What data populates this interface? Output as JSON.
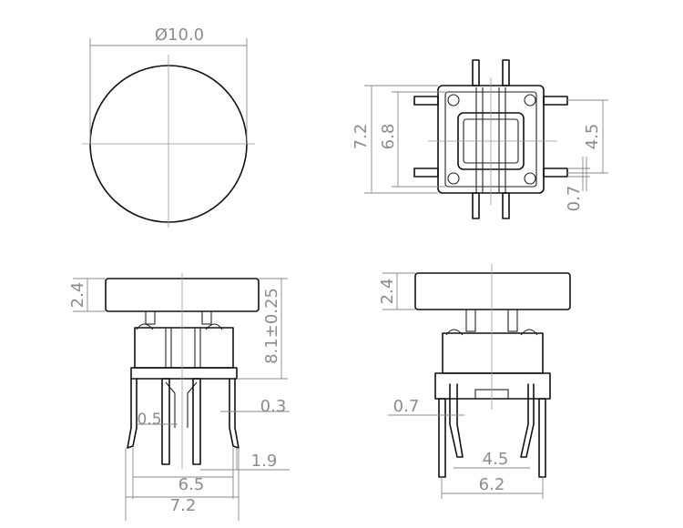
{
  "views": {
    "top": {
      "diameter": "Ø10.0"
    },
    "footprint": {
      "body": "7.2",
      "inner": "6.8",
      "pitch": "4.5",
      "pad": "0.7"
    },
    "front": {
      "cap_height": "2.4",
      "total_height": "8.1±0.25",
      "lead_offset": "0.3",
      "lead_width": "0.5",
      "lead_spread": "1.9",
      "pin_pitch": "6.5",
      "body_width": "7.2"
    },
    "side": {
      "cap_height": "2.4",
      "lead_width": "0.7",
      "pin_pitch": "4.5",
      "body_width": "6.2"
    }
  }
}
